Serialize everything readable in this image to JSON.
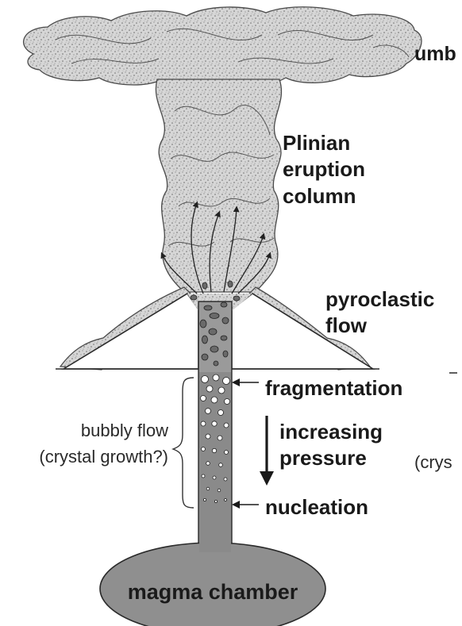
{
  "labels": {
    "umbrella": "umb",
    "plinian_line1": "Plinian",
    "plinian_line2": "eruption",
    "plinian_line3": "column",
    "pyroclastic_line1": "pyroclastic",
    "pyroclastic_line2": "flow",
    "fragmentation": "fragmentation",
    "increasing_line1": "increasing",
    "increasing_line2": "pressure",
    "nucleation": "nucleation",
    "bubbly_line1": "bubbly flow",
    "bubbly_line2": "(crystal growth?)",
    "crystal_right": "(crys",
    "magma_chamber": "magma chamber"
  },
  "colors": {
    "ash": "#cfcfcf",
    "stipple": "#7a7a7a",
    "outline": "#4a4a4a",
    "conduit": "#8a8a8a",
    "chamber": "#8f8f8f",
    "text": "#1a1a1a"
  }
}
